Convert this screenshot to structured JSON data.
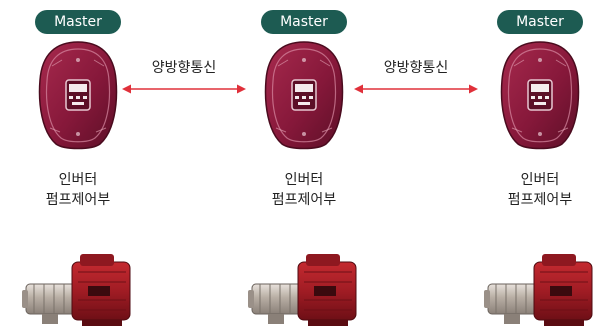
{
  "colors": {
    "badge_bg": "#1d5b52",
    "controller_body": "#8a1a3c",
    "controller_dark": "#5c0f27",
    "arrow": "#e0303a",
    "motor": "#a31a24",
    "pump_steel": "#b8b0a8"
  },
  "units": [
    {
      "badge": "Master",
      "label_line1": "인버터",
      "label_line2": "펌프제어부",
      "icon": "inverter-controller-icon",
      "pump_icon": "pump-motor-icon"
    },
    {
      "badge": "Master",
      "label_line1": "인버터",
      "label_line2": "펌프제어부",
      "icon": "inverter-controller-icon",
      "pump_icon": "pump-motor-icon"
    },
    {
      "badge": "Master",
      "label_line1": "인버터",
      "label_line2": "펌프제어부",
      "icon": "inverter-controller-icon",
      "pump_icon": "pump-motor-icon"
    }
  ],
  "links": [
    {
      "label": "양방향통신",
      "type": "bidirectional"
    },
    {
      "label": "양방향통신",
      "type": "bidirectional"
    }
  ]
}
